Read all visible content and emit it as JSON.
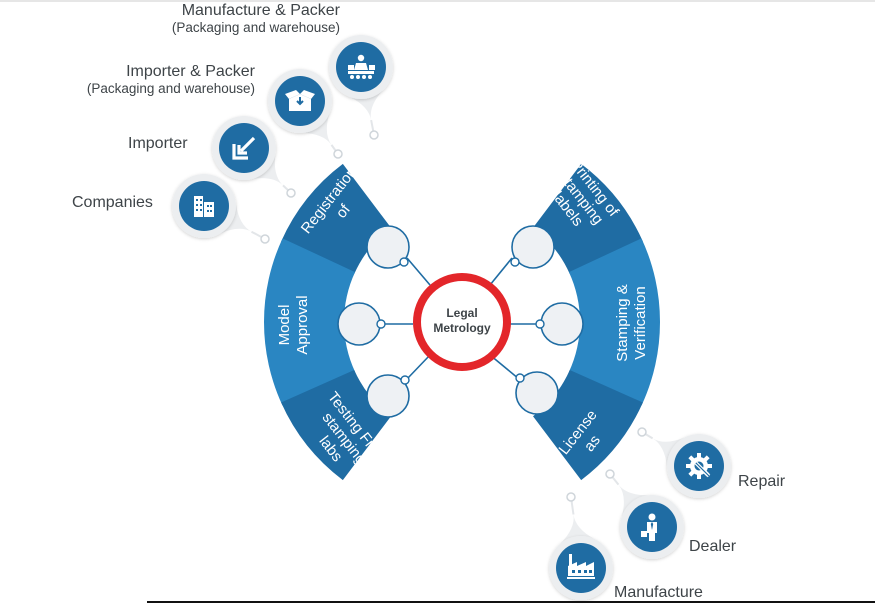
{
  "center": {
    "line1": "Legal",
    "line2": "Metrology"
  },
  "left_segments": {
    "registration": {
      "line1": "Registration",
      "line2": "of"
    },
    "model": {
      "line1": "Model",
      "line2": "Approval"
    },
    "testing": {
      "line1": "Testing From",
      "line2": "stamping",
      "line3": "labs"
    }
  },
  "right_segments": {
    "printing": {
      "line1": "Printing of",
      "line2": "stamping",
      "line3": "labels"
    },
    "stamping": {
      "line1": "Stamping &",
      "line2": "Verification"
    },
    "license": {
      "line1": "License",
      "line2": "as"
    }
  },
  "registration_items": [
    {
      "title": "Manufacture & Packer",
      "subtitle": "(Packaging and warehouse)",
      "icon": "conveyor-worker-icon"
    },
    {
      "title": "Importer & Packer",
      "subtitle": "(Packaging and warehouse)",
      "icon": "package-box-icon"
    },
    {
      "title": "Importer",
      "subtitle": "",
      "icon": "import-arrow-icon"
    },
    {
      "title": "Companies",
      "subtitle": "",
      "icon": "buildings-icon"
    }
  ],
  "license_items": [
    {
      "title": "Repair",
      "icon": "gear-wrench-icon"
    },
    {
      "title": "Dealer",
      "icon": "businessman-icon"
    },
    {
      "title": "Manufacture",
      "icon": "factory-icon"
    }
  ],
  "colors": {
    "segment_dark": "#1f6ca3",
    "segment_light": "#2a86c2",
    "center_ring": "#e3262a",
    "node_fill": "#eef1f4",
    "node_stroke": "#1f6ca3",
    "label_text": "#3e4448"
  }
}
